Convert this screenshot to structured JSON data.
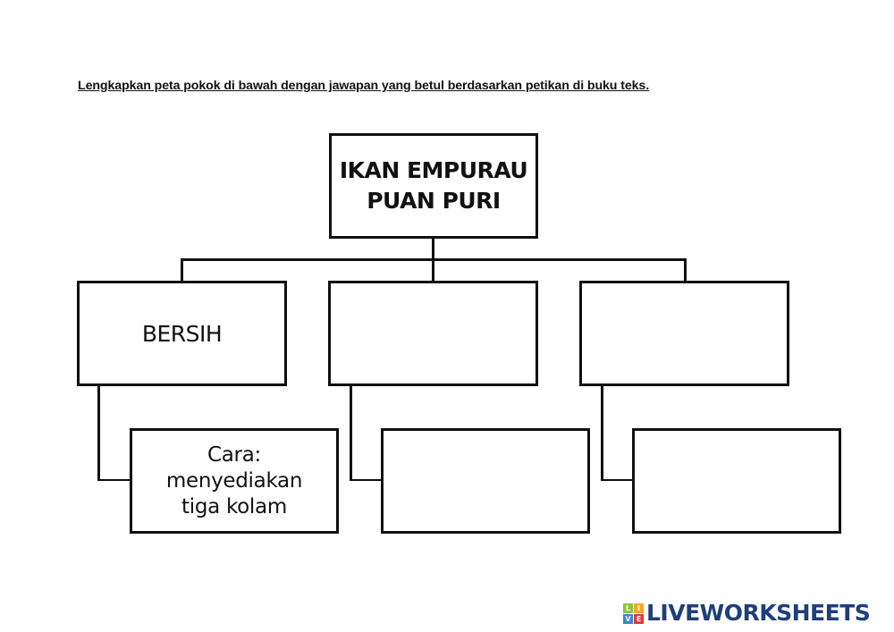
{
  "instruction": "Lengkapkan peta pokok di bawah dengan jawapan yang betul berdasarkan petikan di buku teks.",
  "tree_map": {
    "root": {
      "line1": "IKAN EMPURAU",
      "line2": "PUAN PURI"
    },
    "branches": [
      {
        "label": "BERSIH",
        "sub": {
          "line1": "Cara:",
          "line2": "menyediakan",
          "line3": "tiga kolam"
        }
      },
      {
        "label": "",
        "sub": {
          "line1": "",
          "line2": "",
          "line3": ""
        }
      },
      {
        "label": "",
        "sub": {
          "line1": "",
          "line2": "",
          "line3": ""
        }
      }
    ]
  },
  "branding": {
    "logo_letters": [
      "L",
      "I",
      "V",
      "E"
    ],
    "logo_colors": [
      "#8cc63f",
      "#f7a823",
      "#3a86d1",
      "#e53935"
    ],
    "logo_text": "LIVEWORKSHEETS",
    "logo_text_color": "#1e3f7a"
  }
}
